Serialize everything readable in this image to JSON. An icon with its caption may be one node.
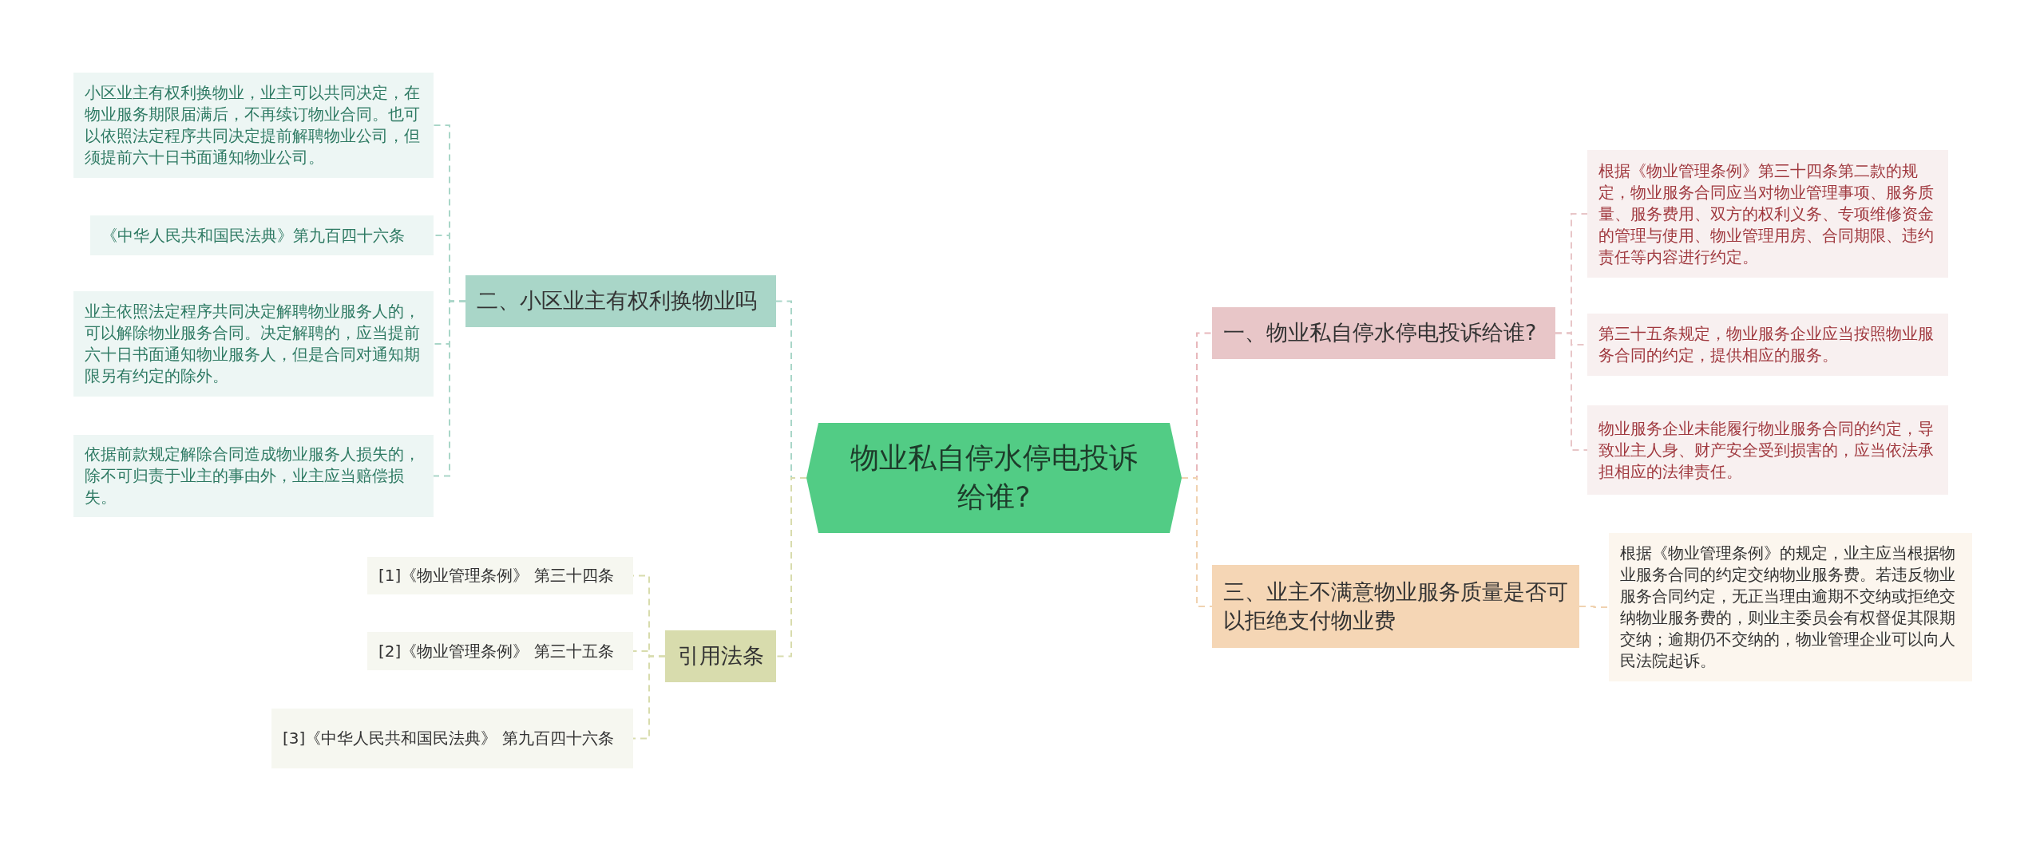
{
  "diagram": {
    "nodes": [
      {
        "text": [
          "物业私自停水停电投诉给谁?"
        ]
      },
      {
        "text": [
          "一、物业私自停水停电投诉给谁?"
        ]
      },
      {
        "text": [
          "根据《物业管理条例》第三十四条第二款的规定，物业服务合同应当对物业管理事项、服务质量、服务费用、双方的权利义务、专项维修资金的管理与使用、物业管理用房、合同期限、违约责任等内容进行约定。"
        ]
      },
      {
        "text": [
          "第三十五条规定，物业服务企业应当按照物业服务合同的约定，提供相应的服务。"
        ]
      },
      {
        "text": [
          "物业服务企业未能履行物业服务合同的约定，导致业主人身、财产安全受到损害的，应当依法承担相应的法律责任。"
        ]
      },
      {
        "text": [
          "三、业主不满意物业服务质量是否可以拒绝支付物业费"
        ]
      },
      {
        "text": [
          "根据《物业管理条例》的规定，业主应当根据物业服务合同的约定交纳物业服务费。若违反物业服务合同约定，无正当理由逾期不交纳或拒绝交纳物业服务费的，则业主委员会有权督促其限期交纳；逾期仍不交纳的，物业管理企业可以向人民法院起诉。"
        ]
      },
      {
        "text": [
          "二、小区业主有权利换物业吗"
        ]
      },
      {
        "text": [
          "小区业主有权利换物业，业主可以共同决定，在物业服务期限届满后，不再续订物业合同。也可以依照法定程序共同决定提前解聘物业公司，但须提前六十日书面通知物业公司。"
        ]
      },
      {
        "text": [
          "《中华人民共和国民法典》第九百四十六条"
        ]
      },
      {
        "text": [
          "业主依照法定程序共同决定解聘物业服务人的，可以解除物业服务合同。决定解聘的，应当提前六十日书面通知物业服务人，但是合同对通知期限另有约定的除外。"
        ]
      },
      {
        "text": [
          "依据前款规定解除合同造成物业服务人损失的，除不可归责于业主的事由外，业主应当赔偿损失。"
        ]
      },
      {
        "text": [
          "引用法条"
        ]
      },
      {
        "text": [
          "[1]《物业管理条例》 第三十四条"
        ]
      },
      {
        "text": [
          "[2]《物业管理条例》 第三十五条"
        ]
      },
      {
        "text": [
          "[3]《中华人民共和国民法典》 第九百四十六条"
        ]
      }
    ],
    "edges": [
      {
        "from": 0,
        "to": 1,
        "arrow": "none",
        "color": "#e8b8bc"
      },
      {
        "from": 1,
        "to": 2,
        "arrow": "none",
        "color": "#e8c6c8"
      },
      {
        "from": 1,
        "to": 3,
        "arrow": "none",
        "color": "#e8c6c8"
      },
      {
        "from": 1,
        "to": 4,
        "arrow": "none",
        "color": "#e8c6c8"
      },
      {
        "from": 0,
        "to": 5,
        "arrow": "none",
        "color": "#f0d2b0"
      },
      {
        "from": 5,
        "to": 6,
        "arrow": "none",
        "color": "#f0d2b0"
      },
      {
        "from": 0,
        "to": 7,
        "arrow": "none",
        "color": "#a9d6c8"
      },
      {
        "from": 7,
        "to": 8,
        "arrow": "none",
        "color": "#a9d6c8"
      },
      {
        "from": 7,
        "to": 9,
        "arrow": "none",
        "color": "#a9d6c8"
      },
      {
        "from": 7,
        "to": 10,
        "arrow": "none",
        "color": "#a9d6c8"
      },
      {
        "from": 7,
        "to": 11,
        "arrow": "none",
        "color": "#a9d6c8"
      },
      {
        "from": 0,
        "to": 12,
        "arrow": "none",
        "color": "#d8dcad"
      },
      {
        "from": 12,
        "to": 13,
        "arrow": "none",
        "color": "#d8dcad"
      },
      {
        "from": 12,
        "to": 14,
        "arrow": "none",
        "color": "#d8dcad"
      },
      {
        "from": 12,
        "to": 15,
        "arrow": "none",
        "color": "#d8dcad"
      }
    ]
  }
}
